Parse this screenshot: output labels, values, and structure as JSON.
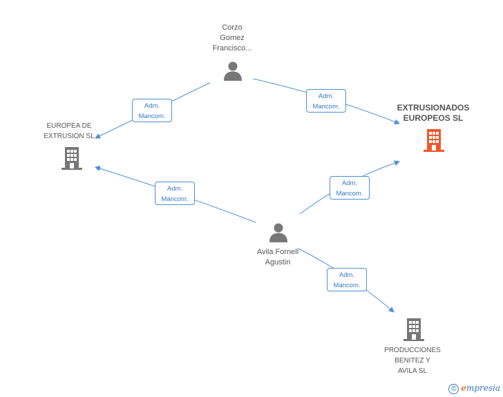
{
  "nodes": {
    "corzo": {
      "lines": [
        "Corzo",
        "Gomez",
        "Francisco..."
      ]
    },
    "avila": {
      "lines": [
        "Avila Fornell",
        "Agustin"
      ]
    },
    "europea": {
      "lines": [
        "EUROPEA DE",
        "EXTRUSION SL"
      ]
    },
    "extrusionados": {
      "lines": [
        "EXTRUSIONADOS",
        "EUROPEOS SL"
      ]
    },
    "producciones": {
      "lines": [
        "PRODUCCIONES",
        "BENITEZ Y",
        "AVILA  SL"
      ]
    }
  },
  "relations": [
    {
      "lines": [
        "Adm.",
        "Mancom."
      ]
    },
    {
      "lines": [
        "Adm.",
        "Mancom."
      ]
    },
    {
      "lines": [
        "Adm.",
        "Mancom."
      ]
    },
    {
      "lines": [
        "Adm.",
        "Mancom."
      ]
    },
    {
      "lines": [
        "Adm.",
        "Mancom."
      ]
    }
  ],
  "colors": {
    "highlight": "#f0582a",
    "company": "#777777",
    "person": "#777777",
    "link": "#4a8fd6"
  },
  "footer": {
    "copyright": "©",
    "brand_e": "e",
    "brand_rest": "mpresia"
  }
}
